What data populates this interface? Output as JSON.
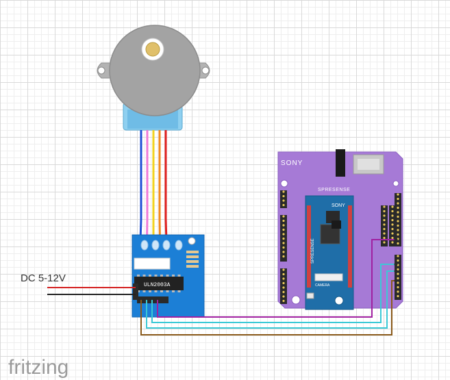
{
  "labels": {
    "power": "DC 5-12V",
    "fritzing": "fritzing"
  },
  "board": {
    "brand": "SONY",
    "name": "SPRESENSE",
    "module_brand": "SONY",
    "module_name": "SPRESENSE",
    "camera": "CAMERA"
  },
  "driver": {
    "chip": "ULN2003A"
  },
  "colors": {
    "board_purple": "#a67ad6",
    "module_blue": "#1f6ea8",
    "driver_blue": "#1c7fd6",
    "motor_gray": "#a3a3a3",
    "wire_blue": "#1f4fd6",
    "wire_pink": "#f07ad8",
    "wire_yellow": "#f2d21e",
    "wire_orange": "#f28a1e",
    "wire_red": "#e02020",
    "wire_purple": "#a020a0",
    "wire_cyan": "#3bc9d6",
    "wire_brown": "#8a5a1a"
  }
}
